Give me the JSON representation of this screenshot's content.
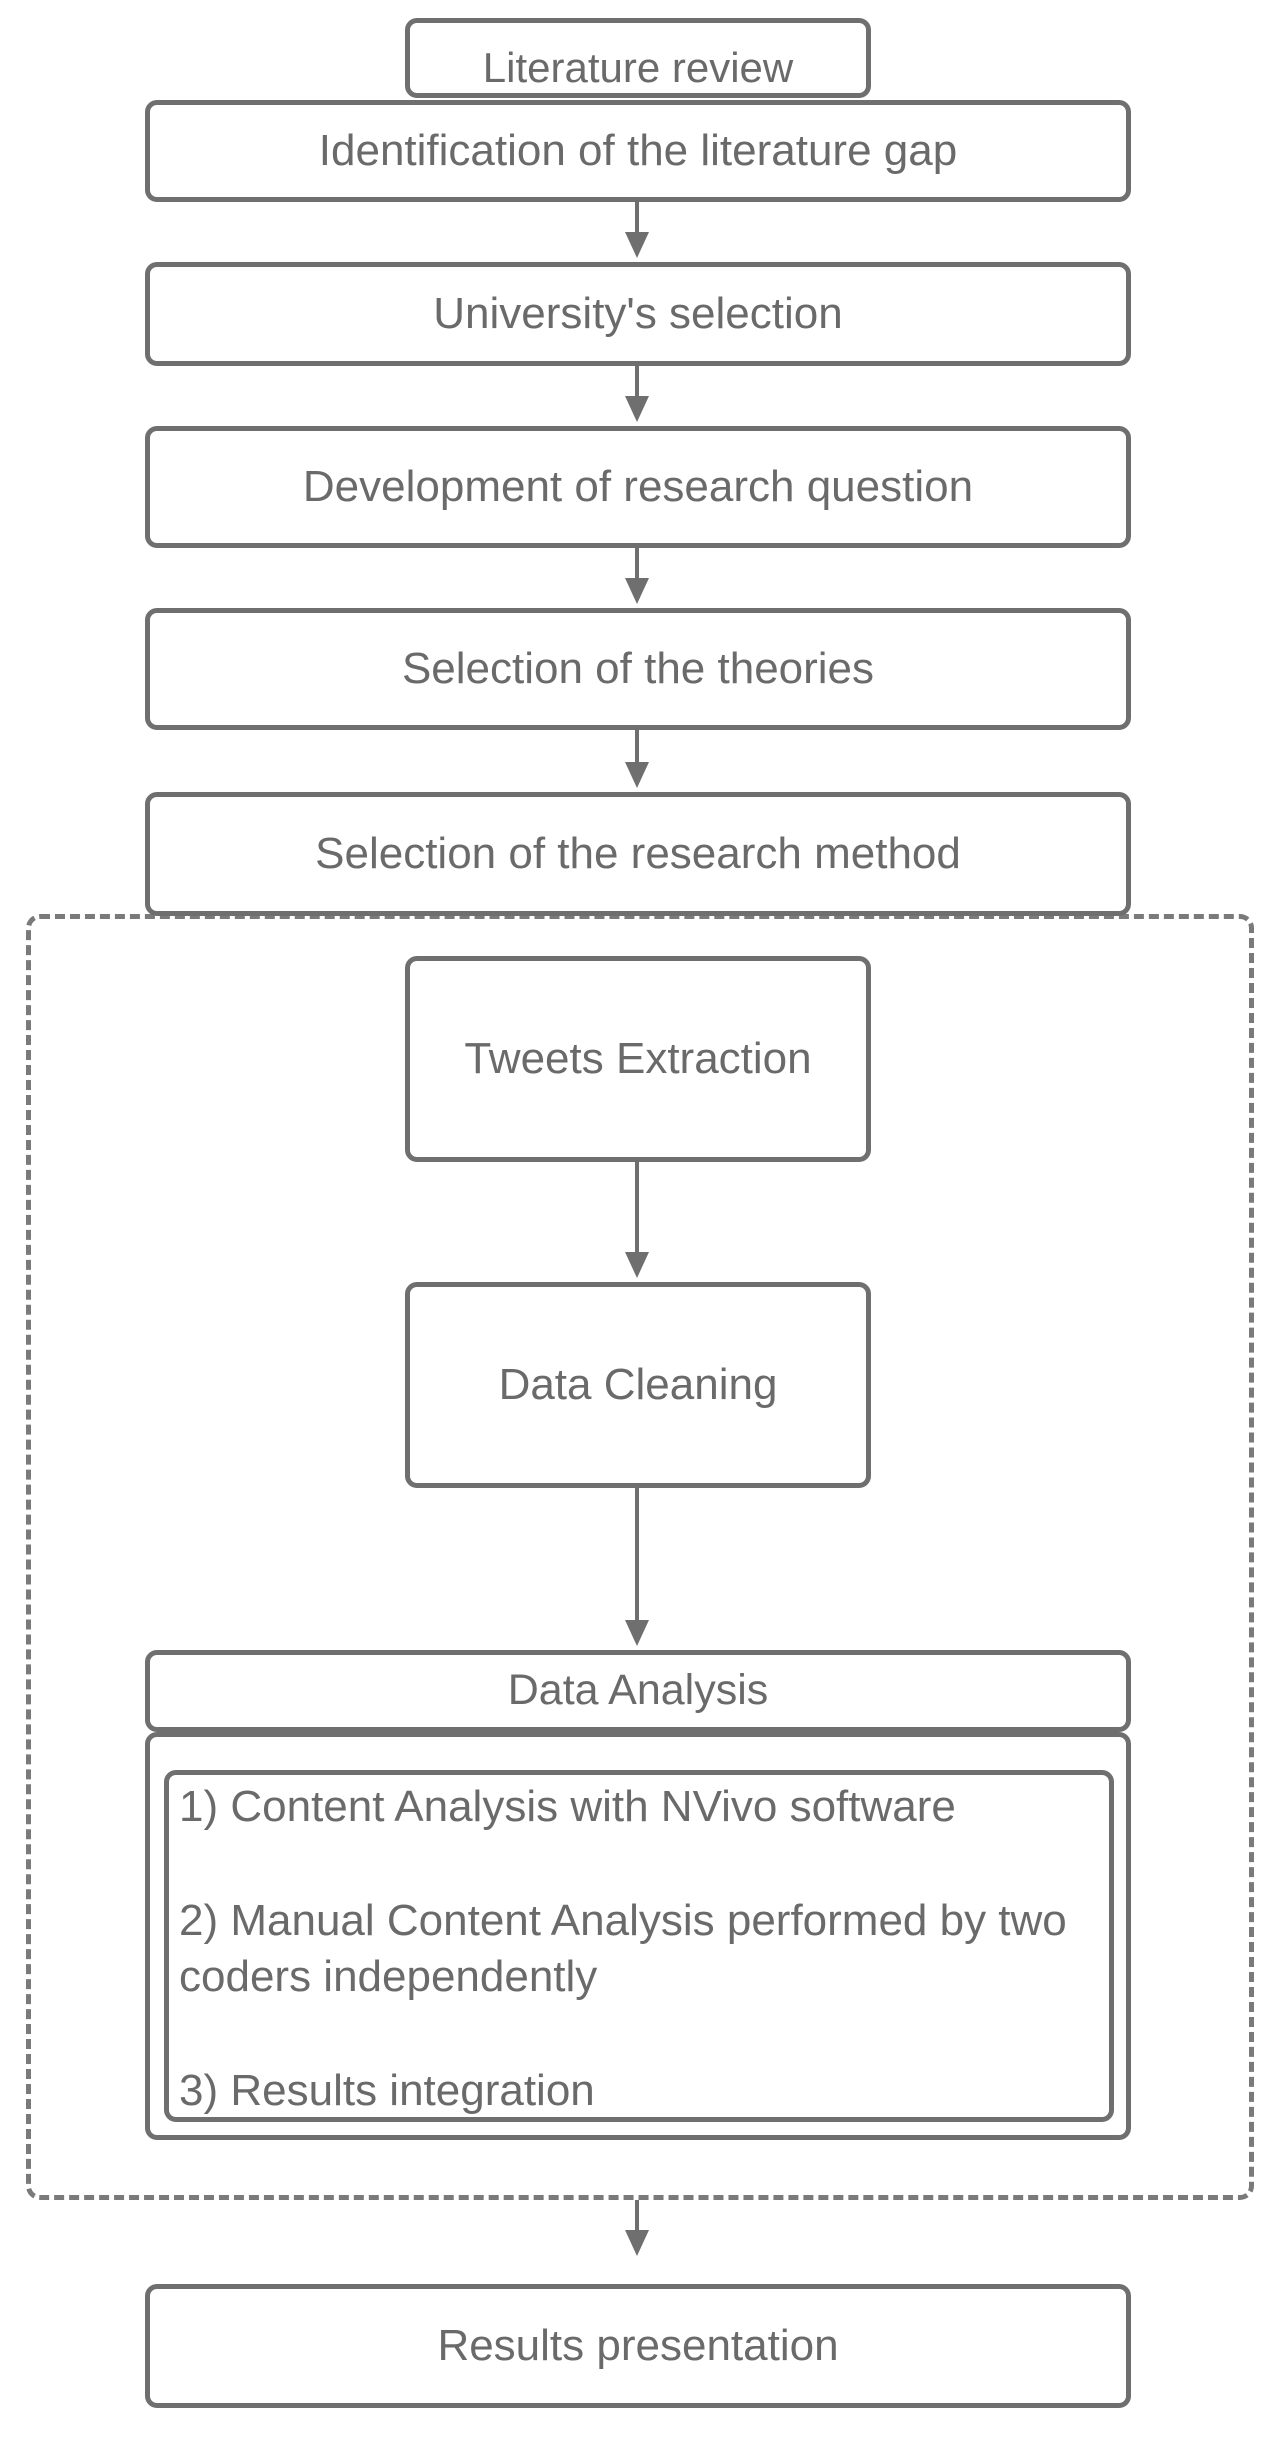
{
  "diagram": {
    "steps": [
      "Literature review",
      "Identification of the literature gap",
      "University's selection",
      "Development of research question",
      "Selection of the theories",
      "Selection of the research method",
      "Tweets Extraction",
      "Data Cleaning",
      "Data Analysis",
      "Results presentation"
    ],
    "analysis_items": [
      "1) Content Analysis with NVivo software",
      "2) Manual Content Analysis performed  by two coders independently",
      "3) Results integration"
    ],
    "colors": {
      "stroke": "#6f6f6f",
      "text": "#6a6a6a",
      "background": "#ffffff"
    }
  }
}
